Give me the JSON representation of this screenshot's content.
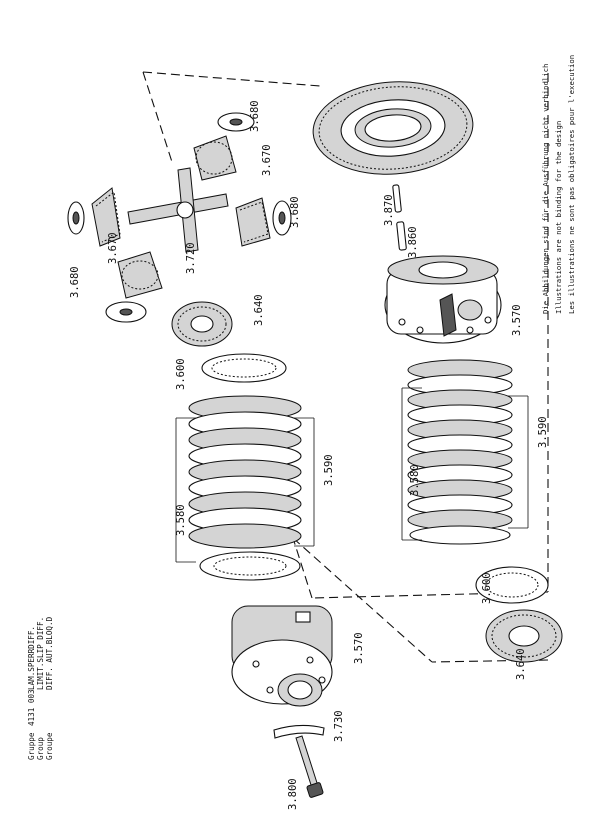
{
  "header": {
    "group_label_de": "Gruppe",
    "group_label_en": "Group",
    "group_label_fr": "Groupe",
    "group_number": "4131 003",
    "title_de": "LAM.SPERRDIFF.",
    "title_en": "LIMIT.SLIP DIFF.",
    "title_fr": "DIFF. AUT.BLOQ.D"
  },
  "disclaimer": {
    "de": "Die Abbildungen sind für die Ausführung nicht verbindlich",
    "en": "Illustrations are not binding for the design",
    "fr": "Les illustrations ne sont pas obligatoires pour l'execution"
  },
  "parts": {
    "p3680_a": "3.680",
    "p3680_b": "3.680",
    "p3680_c": "3.680",
    "p3670_a": "3.670",
    "p3670_b": "3.670",
    "p3720": "3.720",
    "p3640_a": "3.640",
    "p3640_b": "3.640",
    "p3600_a": "3.600",
    "p3600_b": "3.600",
    "p3580_a": "3.580",
    "p3580_b": "3.580",
    "p3590_a": "3.590",
    "p3590_b": "3.590",
    "p3570_a": "3.570",
    "p3570_b": "3.570",
    "p3730": "3.730",
    "p3800": "3.800",
    "p3870": "3.870",
    "p3860": "3.860"
  }
}
